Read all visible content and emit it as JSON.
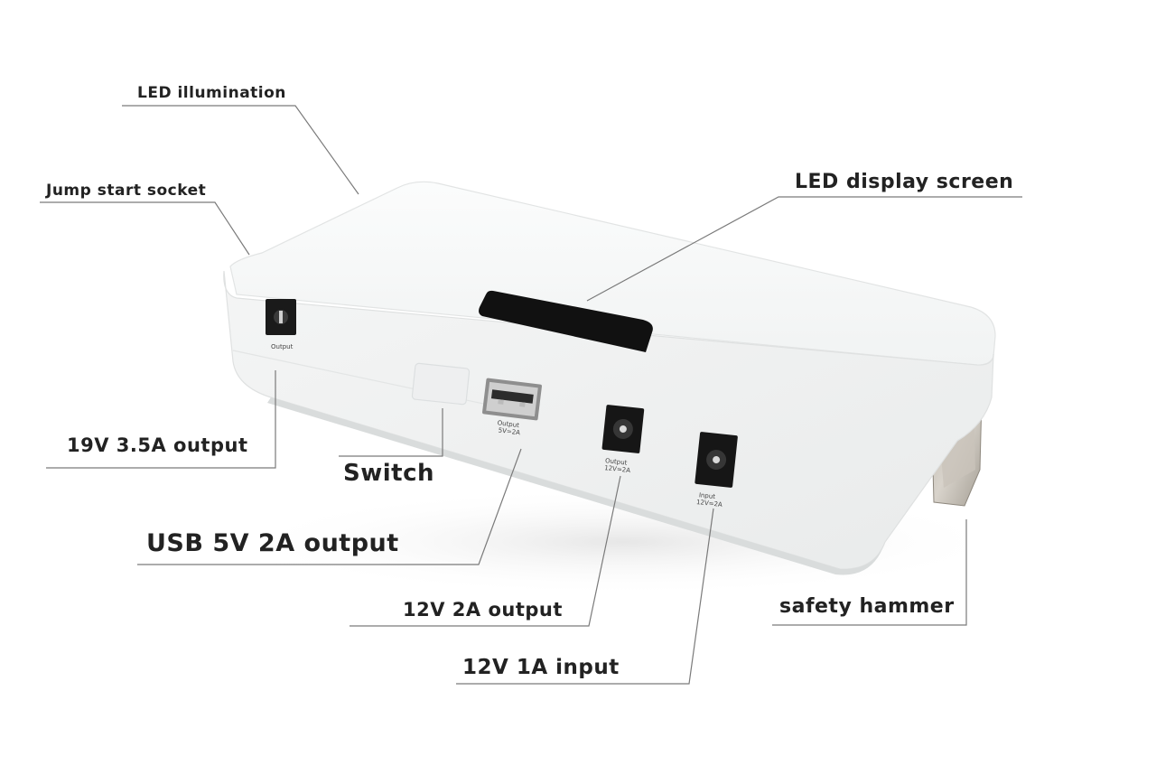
{
  "labels": {
    "led_illumination": "LED illumination",
    "jump_start_socket": "Jump start socket",
    "led_display_screen": "LED display screen",
    "output_19v": "19V 3.5A output",
    "switch": "Switch",
    "usb_output": "USB 5V 2A output",
    "output_12v": "12V 2A output",
    "safety_hammer": "safety hammer",
    "input_12v": "12V 1A input"
  },
  "port_markings": {
    "left_jack": "Output",
    "usb": "Output",
    "usb_sub": "5V=2A",
    "mid_jack": "Output",
    "mid_jack_sub": "12V=2A",
    "right_jack": "Input",
    "right_jack_sub": "12V=2A"
  },
  "colors": {
    "leader_line": "#7a7a7a",
    "device_body": "#f7f8f8",
    "screen": "#111111"
  }
}
